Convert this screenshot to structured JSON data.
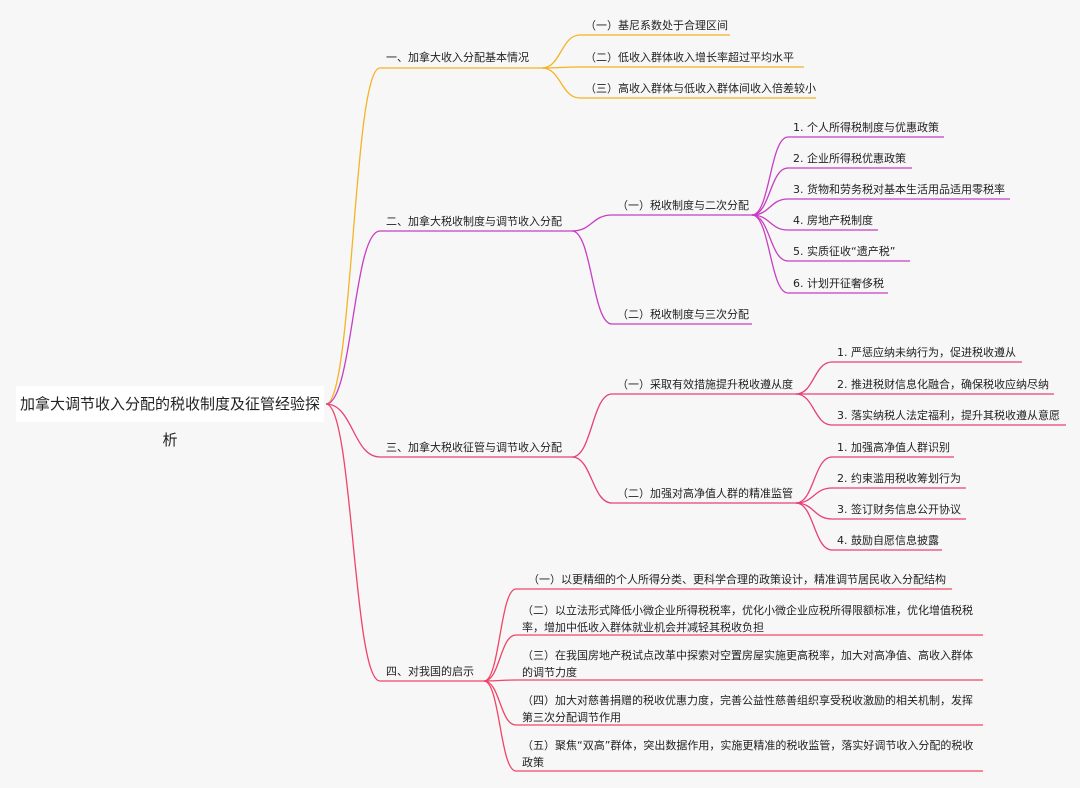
{
  "root": "加拿大调节收入分配的税收制度及征管经验探析",
  "colors": {
    "branch1": "#f5b324",
    "branch2": "#c63ec2",
    "branch3": "#e8407a",
    "branch4": "#ef4566"
  },
  "branches": [
    {
      "label": "一、加拿大收入分配基本情况",
      "children": [
        {
          "label": "（一）基尼系数处于合理区间"
        },
        {
          "label": "（二）低收入群体收入增长率超过平均水平"
        },
        {
          "label": "（三）高收入群体与低收入群体间收入倍差较小"
        }
      ]
    },
    {
      "label": "二、加拿大税收制度与调节收入分配",
      "children": [
        {
          "label": "（一）税收制度与二次分配",
          "children": [
            {
              "label": "1. 个人所得税制度与优惠政策"
            },
            {
              "label": "2. 企业所得税优惠政策"
            },
            {
              "label": "3. 货物和劳务税对基本生活用品适用零税率"
            },
            {
              "label": "4. 房地产税制度"
            },
            {
              "label": "5. 实质征收“遗产税”"
            },
            {
              "label": "6. 计划开征奢侈税"
            }
          ]
        },
        {
          "label": "（二）税收制度与三次分配"
        }
      ]
    },
    {
      "label": "三、加拿大税收征管与调节收入分配",
      "children": [
        {
          "label": "（一）采取有效措施提升税收遵从度",
          "children": [
            {
              "label": "1. 严惩应纳未纳行为，促进税收遵从"
            },
            {
              "label": "2. 推进税财信息化融合，确保税收应纳尽纳"
            },
            {
              "label": "3. 落实纳税人法定福利，提升其税收遵从意愿"
            }
          ]
        },
        {
          "label": "（二）加强对高净值人群的精准监管",
          "children": [
            {
              "label": "1. 加强高净值人群识别"
            },
            {
              "label": "2. 约束滥用税收筹划行为"
            },
            {
              "label": "3. 签订财务信息公开协议"
            },
            {
              "label": "4. 鼓励自愿信息披露"
            }
          ]
        }
      ]
    },
    {
      "label": "四、对我国的启示",
      "children": [
        {
          "label": "（一）以更精细的个人所得分类、更科学合理的政策设计，精准调节居民收入分配结构"
        },
        {
          "label": "（二）以立法形式降低小微企业所得税税率，优化小微企业应税所得限额标准，优化增值税税率，增加中低收入群体就业机会并减轻其税收负担"
        },
        {
          "label": "（三）在我国房地产税试点改革中探索对空置房屋实施更高税率，加大对高净值、高收入群体的调节力度"
        },
        {
          "label": "（四）加大对慈善捐赠的税收优惠力度，完善公益性慈善组织享受税收激励的相关机制，发挥第三次分配调节作用"
        },
        {
          "label": "（五）聚焦“双高”群体，突出数据作用，实施更精准的税收监管，落实好调节收入分配的税收政策"
        }
      ]
    }
  ]
}
